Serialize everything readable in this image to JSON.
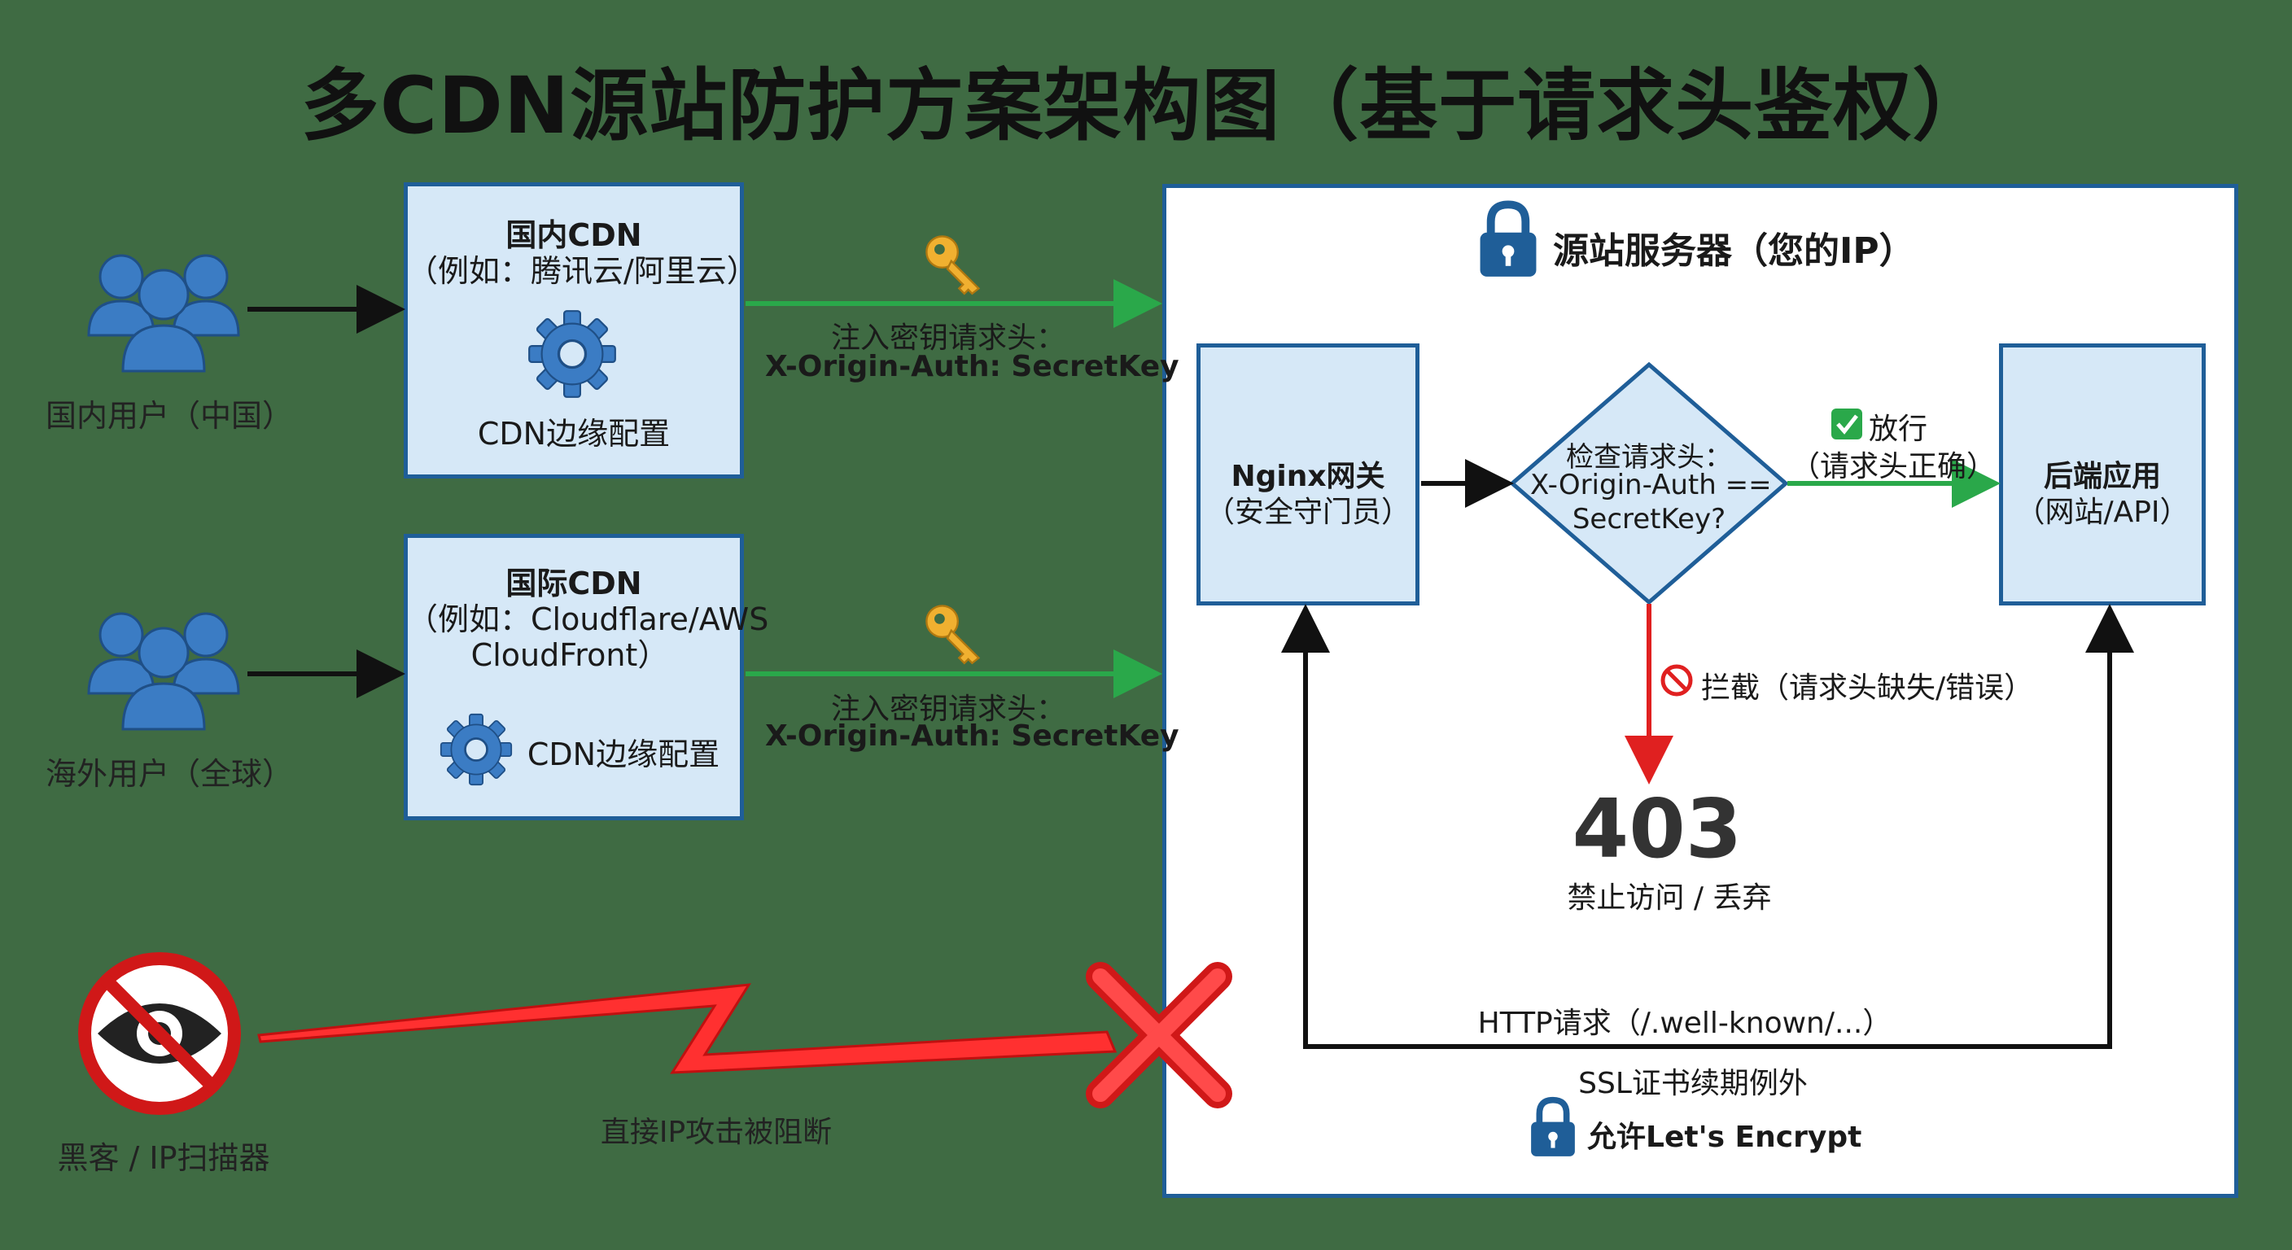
{
  "title": "多CDN源站防护方案架构图（基于请求头鉴权）",
  "users": {
    "domestic": "国内用户（中国）",
    "overseas": "海外用户（全球）"
  },
  "cdn_domestic": {
    "name": "国内CDN",
    "example": "（例如：腾讯云/阿里云）",
    "edge": "CDN边缘配置"
  },
  "cdn_overseas": {
    "name": "国际CDN",
    "example_line1": "（例如：Cloudflare/AWS",
    "example_line2": "CloudFront）",
    "edge": "CDN边缘配置"
  },
  "inject": {
    "label": "注入密钥请求头：",
    "header": "X-Origin-Auth: SecretKey"
  },
  "origin": {
    "title": "源站服务器（您的IP）",
    "nginx_name": "Nginx网关",
    "nginx_role": "（安全守门员）",
    "check_line1": "检查请求头：",
    "check_line2": "X-Origin-Auth ==",
    "check_line3": "SecretKey?",
    "pass_label": "放行",
    "pass_reason": "（请求头正确）",
    "backend_name": "后端应用",
    "backend_role": "（网站/API）",
    "block_label": "拦截（请求头缺失/错误）",
    "code": "403",
    "code_desc": "禁止访问 / 丢弃",
    "http_label": "HTTP请求（/.well-known/...）",
    "ssl_label": "SSL证书续期例外",
    "allow_label": "允许Let's Encrypt"
  },
  "hacker": {
    "name": "黑客 / IP扫描器",
    "blocked": "直接IP攻击被阻断"
  },
  "colors": {
    "background": "#3f6b43",
    "box_fill": "#d6e8f7",
    "box_border": "#1f5e98",
    "icon_blue": "#3b7cc4",
    "green_arrow": "#2aa84a",
    "red_arrow": "#e02020",
    "key_gold": "#f0b030"
  },
  "icons": [
    "users-icon",
    "gear-icon",
    "key-icon",
    "lock-icon",
    "check-icon",
    "no-entry-icon",
    "no-eye-icon",
    "red-x-icon"
  ]
}
